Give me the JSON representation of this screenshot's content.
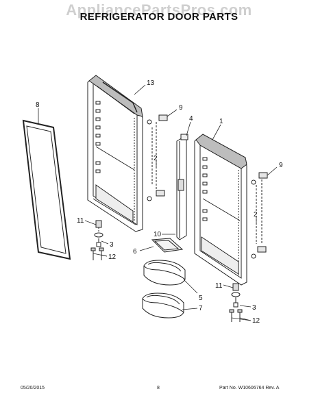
{
  "watermark": "AppliancePartsPros.com",
  "title": "REFRIGERATOR DOOR PARTS",
  "callouts": [
    "13",
    "8",
    "9",
    "4",
    "1",
    "2",
    "9",
    "2",
    "11",
    "3",
    "12",
    "10",
    "6",
    "5",
    "7",
    "11",
    "3",
    "12"
  ],
  "footer": {
    "date": "05/20/2015",
    "page": "8",
    "part_info": "Part No.  W10606764  Rev. A"
  }
}
